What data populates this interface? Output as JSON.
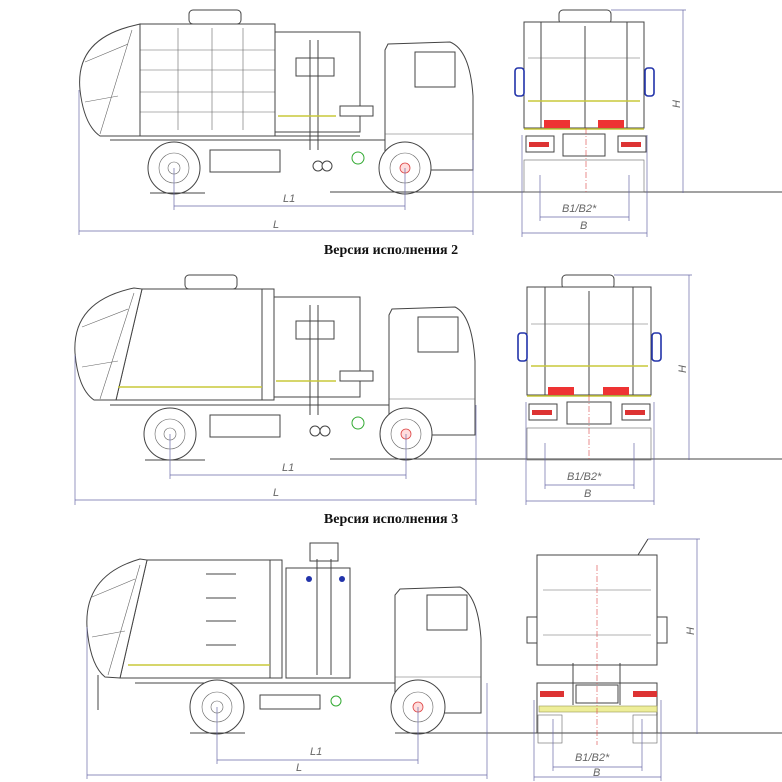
{
  "sections": [
    {
      "id": "version-1",
      "caption": "",
      "side_view": {
        "dim_wheelbase": "L1",
        "dim_length": "L"
      },
      "rear_view": {
        "dim_track": "B1/B2*",
        "dim_width": "B",
        "dim_height": "H"
      }
    },
    {
      "id": "version-2",
      "caption": "Версия исполнения  2",
      "side_view": {
        "dim_wheelbase": "L1",
        "dim_length": "L"
      },
      "rear_view": {
        "dim_track": "B1/B2*",
        "dim_width": "B",
        "dim_height": "H"
      }
    },
    {
      "id": "version-3",
      "caption": "Версия исполнения  3",
      "side_view": {
        "dim_wheelbase": "L1",
        "dim_length": "L"
      },
      "rear_view": {
        "dim_track": "B1/B2*",
        "dim_width": "B",
        "dim_height": "H"
      }
    }
  ],
  "colors": {
    "line": "#444444",
    "dimension": "#6a6aa8",
    "stripe": "#c8c83a",
    "hydraulic": "#2233aa",
    "lamp": "#dd3333"
  }
}
